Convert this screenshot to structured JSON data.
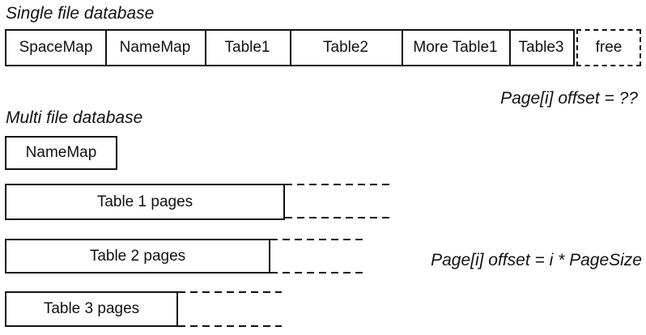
{
  "colors": {
    "ink": "#111111",
    "background": "#ffffff"
  },
  "single_file": {
    "title": "Single file database",
    "cells": [
      {
        "label": "SpaceMap"
      },
      {
        "label": "NameMap"
      },
      {
        "label": "Table1"
      },
      {
        "label": "Table2"
      },
      {
        "label": "More Table1"
      },
      {
        "label": "Table3"
      }
    ],
    "free_label": "free",
    "offset_note": "Page[i] offset = ??"
  },
  "multi_file": {
    "title": "Multi file database",
    "files": [
      {
        "label": "NameMap",
        "has_overflow": false
      },
      {
        "label": "Table 1 pages",
        "has_overflow": true
      },
      {
        "label": "Table 2 pages",
        "has_overflow": true
      },
      {
        "label": "Table 3 pages",
        "has_overflow": true
      }
    ],
    "offset_note": "Page[i] offset = i * PageSize"
  }
}
